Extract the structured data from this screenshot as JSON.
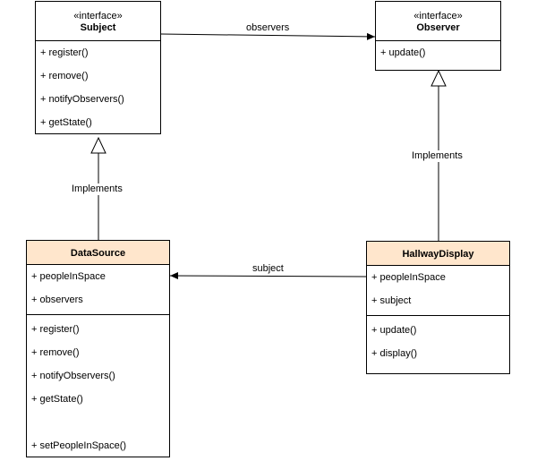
{
  "classes": {
    "subject": {
      "stereotype": "«interface»",
      "name": "Subject",
      "methods": [
        "+ register()",
        "+ remove()",
        "+ notifyObservers()",
        "+ getState()"
      ]
    },
    "observer": {
      "stereotype": "«interface»",
      "name": "Observer",
      "methods": [
        "+ update()"
      ]
    },
    "datasource": {
      "name": "DataSource",
      "fill": "#ffe6cc",
      "attributes": [
        "+ peopleInSpace",
        "+ observers"
      ],
      "methods": [
        "+ register()",
        "+ remove()",
        "+ notifyObservers()",
        "+ getState()",
        "+ setPeopleInSpace()"
      ]
    },
    "hallway": {
      "name": "HallwayDisplay",
      "fill": "#ffe6cc",
      "attributes": [
        "+ peopleInSpace",
        "+ subject"
      ],
      "methods": [
        "+ update()",
        "+ display()"
      ]
    }
  },
  "relations": {
    "observers_label": "observers",
    "subject_label": "subject",
    "implements_left": "Implements",
    "implements_right": "Implements"
  }
}
